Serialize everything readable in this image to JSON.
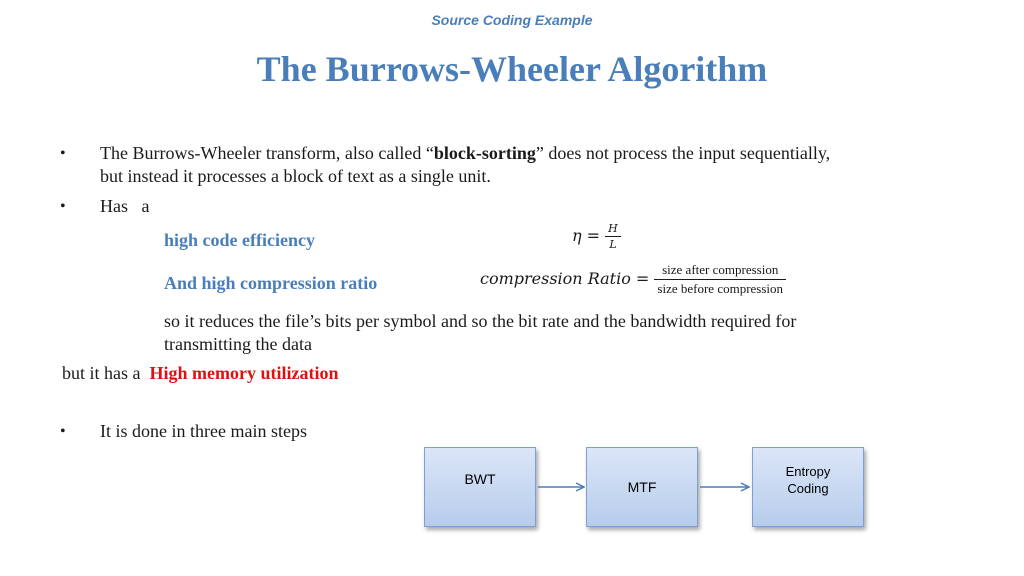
{
  "slide": {
    "subtitle": "Source Coding Example",
    "title": "The Burrows-Wheeler Algorithm",
    "bullet_char": "•",
    "bullet1": {
      "text_a": "The Burrows-Wheeler transform, also called “",
      "bold": "block-sorting",
      "text_b": "” does not process the input sequentially,",
      "line2": "but instead it processes a block of text as a single unit."
    },
    "bullet2": "Has   a",
    "efficiency_label": "high code efficiency",
    "efficiency_formula": {
      "lhs": "η =",
      "num": "H",
      "den": "L"
    },
    "compression_label": "And high compression ratio",
    "compression_formula": {
      "lhs": "compression Ratio =",
      "num": "size after compression",
      "den": "size before compression"
    },
    "explanation_line1": "so it reduces the file’s bits per symbol and so the bit rate and the bandwidth required for",
    "explanation_line2": "transmitting the data",
    "memory_prefix": "but it has a",
    "memory_highlight": "High memory utilization",
    "bullet3": "It is done in three main steps",
    "diagram": {
      "boxes": [
        "BWT",
        "MTF",
        "Entropy Coding"
      ],
      "colors": {
        "box_fill": "#c9d9f2",
        "arrow": "#4a7ebb"
      }
    },
    "colors": {
      "accent_blue": "#4a7ebb",
      "highlight_red": "#e01010"
    }
  }
}
